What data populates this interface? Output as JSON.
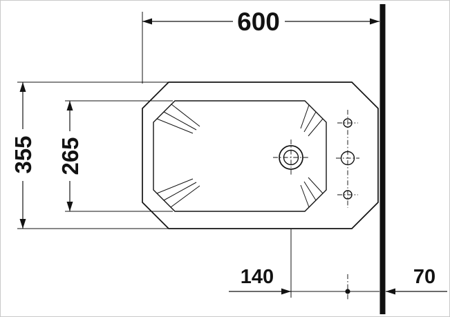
{
  "dims": {
    "overall_width": "600",
    "overall_depth": "355",
    "inner_depth": "265",
    "drain_center_offset": "140",
    "wall_clearance": "70"
  },
  "colors": {
    "line": "#121212",
    "wall": "#111111",
    "background": "#ffffff",
    "frame_border": "#c9c9c9"
  }
}
